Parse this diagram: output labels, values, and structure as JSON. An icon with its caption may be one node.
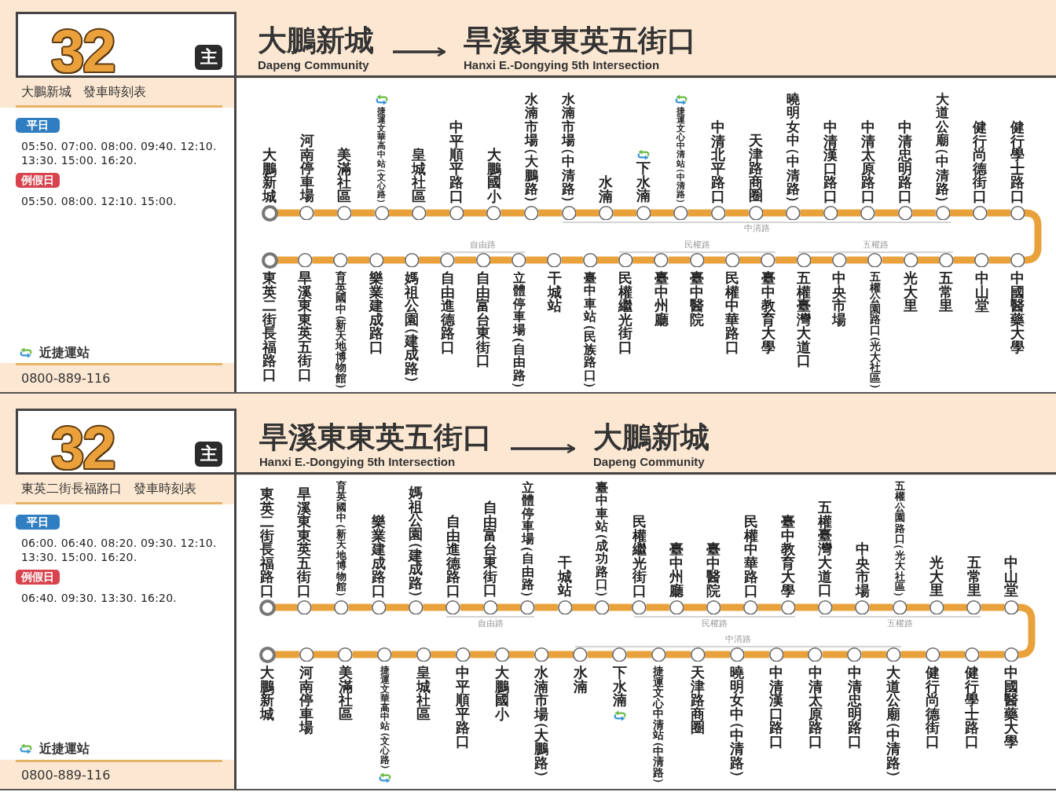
{
  "diagram": {
    "nodes": [
      {
        "text": [
          "32"
        ]
      },
      {
        "text": [
          "主"
        ],
        "in": 0
      },
      {
        "text": [
          "大鵬新城",
          "Dapeng Community"
        ]
      },
      {
        "text": [
          "旱溪東東英五街口",
          "Hanxi E.-Dongying 5th Intersection"
        ]
      },
      {
        "text": [
          "大鵬新城 發車時刻表"
        ]
      },
      {
        "text": [
          "平日"
        ]
      },
      {
        "text": [
          "例假日"
        ]
      },
      {
        "text": [
          "0800-889-116"
        ]
      },
      {
        "text": [],
        "shape": "circle",
        "beside": [
          "大鵬新城"
        ]
      },
      {
        "text": [],
        "shape": "circle",
        "beside": [
          "河南停車場"
        ]
      },
      {
        "text": [],
        "shape": "circle",
        "beside": [
          "美滿社區"
        ]
      },
      {
        "text": [],
        "shape": "circle",
        "beside": [
          "捷運文華高中站（文心路）"
        ]
      },
      {
        "text": [],
        "shape": "circle",
        "beside": [
          "皇城社區"
        ]
      },
      {
        "text": [],
        "shape": "circle",
        "beside": [
          "中平順平路口"
        ]
      },
      {
        "text": [],
        "shape": "circle",
        "beside": [
          "大鵬國小"
        ]
      },
      {
        "text": [],
        "shape": "circle",
        "beside": [
          "水湳市場（大鵬路）"
        ]
      },
      {
        "text": [],
        "shape": "circle",
        "beside": [
          "水湳市場（中清路）"
        ]
      },
      {
        "text": [],
        "shape": "circle",
        "beside": [
          "水湳"
        ]
      },
      {
        "text": [],
        "shape": "circle",
        "beside": [
          "下水湳"
        ]
      },
      {
        "text": [],
        "shape": "circle",
        "beside": [
          "捷運文心中清站（中清路）"
        ]
      },
      {
        "text": [],
        "shape": "circle",
        "beside": [
          "中清北平路口"
        ]
      },
      {
        "text": [],
        "shape": "circle",
        "beside": [
          "天津路商圈"
        ]
      },
      {
        "text": [],
        "shape": "circle",
        "beside": [
          "曉明女中（中清路）"
        ]
      },
      {
        "text": [],
        "shape": "circle",
        "beside": [
          "中清漢口路口"
        ]
      },
      {
        "text": [],
        "shape": "circle",
        "beside": [
          "中清太原路口"
        ]
      },
      {
        "text": [],
        "shape": "circle",
        "beside": [
          "中清忠明路口"
        ]
      },
      {
        "text": [],
        "shape": "circle",
        "beside": [
          "大道公廟（中清路）"
        ]
      },
      {
        "text": [],
        "shape": "circle",
        "beside": [
          "健行尚德街口"
        ]
      },
      {
        "text": [],
        "shape": "circle",
        "beside": [
          "健行學士路口"
        ]
      },
      {
        "text": [],
        "shape": "circle",
        "beside": [
          "中國醫藥大學"
        ]
      },
      {
        "text": [],
        "shape": "circle",
        "beside": [
          "中山堂"
        ]
      },
      {
        "text": [],
        "shape": "circle",
        "beside": [
          "五常里"
        ]
      },
      {
        "text": [],
        "shape": "circle",
        "beside": [
          "光大里"
        ]
      },
      {
        "text": [],
        "shape": "circle",
        "beside": [
          "五權公園路口（光大社區）"
        ]
      },
      {
        "text": [],
        "shape": "circle",
        "beside": [
          "中央市場"
        ]
      },
      {
        "text": [],
        "shape": "circle",
        "beside": [
          "五權臺灣大道口"
        ]
      },
      {
        "text": [],
        "shape": "circle",
        "beside": [
          "臺中教育大學"
        ]
      },
      {
        "text": [],
        "shape": "circle",
        "beside": [
          "民權中華路口"
        ]
      },
      {
        "text": [],
        "shape": "circle",
        "beside": [
          "臺中醫院"
        ]
      },
      {
        "text": [],
        "shape": "circle",
        "beside": [
          "臺中州廳"
        ]
      },
      {
        "text": [],
        "shape": "circle",
        "beside": [
          "民權繼光街口"
        ]
      },
      {
        "text": [],
        "shape": "circle",
        "beside": [
          "臺中車站（民族路口）"
        ]
      },
      {
        "text": [],
        "shape": "circle",
        "beside": [
          "干城站"
        ]
      },
      {
        "text": [],
        "shape": "circle",
        "beside": [
          "立體停車場（自由路）"
        ]
      },
      {
        "text": [],
        "shape": "circle",
        "beside": [
          "自由富台東街口"
        ]
      },
      {
        "text": [],
        "shape": "circle",
        "beside": [
          "自由進德路口"
        ]
      },
      {
        "text": [],
        "shape": "circle",
        "beside": [
          "媽祖公園（建成路）"
        ]
      },
      {
        "text": [],
        "shape": "circle",
        "beside": [
          "樂業建成路口"
        ]
      },
      {
        "text": [],
        "shape": "circle",
        "beside": [
          "育英國中（新天地博物館）"
        ]
      },
      {
        "text": [],
        "shape": "circle",
        "beside": [
          "旱溪東東英五街口"
        ]
      },
      {
        "text": [],
        "shape": "circle",
        "beside": [
          "東英二街長福路口"
        ]
      },
      {
        "text": [
          "32"
        ]
      },
      {
        "text": [
          "主"
        ],
        "in": 51
      },
      {
        "text": [
          "旱溪東東英五街口",
          "Hanxi E.-Dongying 5th Intersection"
        ]
      },
      {
        "text": [
          "大鵬新城",
          "Dapeng Community"
        ]
      },
      {
        "text": [
          "東英二街長福路口 發車時刻表"
        ]
      },
      {
        "text": [
          "平日"
        ]
      },
      {
        "text": [
          "例假日"
        ]
      },
      {
        "text": [
          "0800-889-116"
        ]
      },
      {
        "text": [],
        "shape": "circle",
        "beside": [
          "東英二街長福路口"
        ]
      },
      {
        "text": [],
        "shape": "circle",
        "beside": [
          "旱溪東東英五街口"
        ]
      },
      {
        "text": [],
        "shape": "circle",
        "beside": [
          "育英國中（新天地博物館）"
        ]
      },
      {
        "text": [],
        "shape": "circle",
        "beside": [
          "樂業建成路口"
        ]
      },
      {
        "text": [],
        "shape": "circle",
        "beside": [
          "媽祖公園（建成路）"
        ]
      },
      {
        "text": [],
        "shape": "circle",
        "beside": [
          "自由進德路口"
        ]
      },
      {
        "text": [],
        "shape": "circle",
        "beside": [
          "自由富台東街口"
        ]
      },
      {
        "text": [],
        "shape": "circle",
        "beside": [
          "立體停車場（自由路）"
        ]
      },
      {
        "text": [],
        "shape": "circle",
        "beside": [
          "干城站"
        ]
      },
      {
        "text": [],
        "shape": "circle",
        "beside": [
          "臺中車站（成功路口）"
        ]
      },
      {
        "text": [],
        "shape": "circle",
        "beside": [
          "民權繼光街口"
        ]
      },
      {
        "text": [],
        "shape": "circle",
        "beside": [
          "臺中州廳"
        ]
      },
      {
        "text": [],
        "shape": "circle",
        "beside": [
          "臺中醫院"
        ]
      },
      {
        "text": [],
        "shape": "circle",
        "beside": [
          "民權中華路口"
        ]
      },
      {
        "text": [],
        "shape": "circle",
        "beside": [
          "臺中教育大學"
        ]
      },
      {
        "text": [],
        "shape": "circle",
        "beside": [
          "五權臺灣大道口"
        ]
      },
      {
        "text": [],
        "shape": "circle",
        "beside": [
          "中央市場"
        ]
      },
      {
        "text": [],
        "shape": "circle",
        "beside": [
          "五權公園路口（光大社區）"
        ]
      },
      {
        "text": [],
        "shape": "circle",
        "beside": [
          "光大里"
        ]
      },
      {
        "text": [],
        "shape": "circle",
        "beside": [
          "五常里"
        ]
      },
      {
        "text": [],
        "shape": "circle",
        "beside": [
          "中山堂"
        ]
      },
      {
        "text": [],
        "shape": "circle",
        "beside": [
          "中國醫藥大學"
        ]
      },
      {
        "text": [],
        "shape": "circle",
        "beside": [
          "健行學士路口"
        ]
      },
      {
        "text": [],
        "shape": "circle",
        "beside": [
          "健行尚德街口"
        ]
      },
      {
        "text": [],
        "shape": "circle",
        "beside": [
          "大道公廟（中清路）"
        ]
      },
      {
        "text": [],
        "shape": "circle",
        "beside": [
          "中清忠明路口"
        ]
      },
      {
        "text": [],
        "shape": "circle",
        "beside": [
          "中清太原路口"
        ]
      },
      {
        "text": [],
        "shape": "circle",
        "beside": [
          "中清漢口路口"
        ]
      },
      {
        "text": [],
        "shape": "circle",
        "beside": [
          "曉明女中（中清路）"
        ]
      },
      {
        "text": [],
        "shape": "circle",
        "beside": [
          "天津路商圈"
        ]
      },
      {
        "text": [],
        "shape": "circle",
        "beside": [
          "捷運文心中清站（中清路）"
        ]
      },
      {
        "text": [],
        "shape": "circle",
        "beside": [
          "下水湳"
        ]
      },
      {
        "text": [],
        "shape": "circle",
        "beside": [
          "水湳"
        ]
      },
      {
        "text": [],
        "shape": "circle",
        "beside": [
          "水湳市場（大鵬路）"
        ]
      },
      {
        "text": [],
        "shape": "circle",
        "beside": [
          "大鵬國小"
        ]
      },
      {
        "text": [],
        "shape": "circle",
        "beside": [
          "中平順平路口"
        ]
      },
      {
        "text": [],
        "shape": "circle",
        "beside": [
          "皇城社區"
        ]
      },
      {
        "text": [],
        "shape": "circle",
        "beside": [
          "捷運文華高中站（文心路）"
        ]
      },
      {
        "text": [],
        "shape": "circle",
        "beside": [
          "美滿社區"
        ]
      },
      {
        "text": [],
        "shape": "circle",
        "beside": [
          "河南停車場"
        ]
      },
      {
        "text": [],
        "shape": "circle",
        "beside": [
          "大鵬新城"
        ]
      }
    ],
    "edges": [
      {
        "from": 2,
        "to": 3,
        "arrow": "to",
        "color": "#333333"
      },
      {
        "from": 8,
        "to": 9,
        "arrow": "none"
      },
      {
        "from": 9,
        "to": 10,
        "arrow": "none"
      },
      {
        "from": 10,
        "to": 11,
        "arrow": "none"
      },
      {
        "from": 11,
        "to": 12,
        "arrow": "none"
      },
      {
        "from": 12,
        "to": 13,
        "arrow": "none"
      },
      {
        "from": 13,
        "to": 14,
        "arrow": "none"
      },
      {
        "from": 14,
        "to": 15,
        "arrow": "none"
      },
      {
        "from": 15,
        "to": 16,
        "arrow": "none"
      },
      {
        "from": 16,
        "to": 17,
        "arrow": "none"
      },
      {
        "from": 17,
        "to": 18,
        "arrow": "none"
      },
      {
        "from": 18,
        "to": 19,
        "arrow": "none"
      },
      {
        "from": 19,
        "to": 20,
        "arrow": "none"
      },
      {
        "from": 20,
        "to": 21,
        "arrow": "none"
      },
      {
        "from": 21,
        "to": 22,
        "arrow": "none"
      },
      {
        "from": 22,
        "to": 23,
        "arrow": "none"
      },
      {
        "from": 23,
        "to": 24,
        "arrow": "none"
      },
      {
        "from": 24,
        "to": 25,
        "arrow": "none"
      },
      {
        "from": 25,
        "to": 26,
        "arrow": "none"
      },
      {
        "from": 26,
        "to": 27,
        "arrow": "none"
      },
      {
        "from": 27,
        "to": 28,
        "arrow": "none"
      },
      {
        "from": 28,
        "to": 29,
        "arrow": "none"
      },
      {
        "from": 29,
        "to": 30,
        "arrow": "none"
      },
      {
        "from": 30,
        "to": 31,
        "arrow": "none"
      },
      {
        "from": 31,
        "to": 32,
        "arrow": "none"
      },
      {
        "from": 32,
        "to": 33,
        "arrow": "none"
      },
      {
        "from": 33,
        "to": 34,
        "arrow": "none"
      },
      {
        "from": 34,
        "to": 35,
        "arrow": "none"
      },
      {
        "from": 35,
        "to": 36,
        "arrow": "none"
      },
      {
        "from": 36,
        "to": 37,
        "arrow": "none"
      },
      {
        "from": 37,
        "to": 38,
        "arrow": "none"
      },
      {
        "from": 38,
        "to": 39,
        "arrow": "none"
      },
      {
        "from": 39,
        "to": 40,
        "arrow": "none"
      },
      {
        "from": 40,
        "to": 41,
        "arrow": "none"
      },
      {
        "from": 41,
        "to": 42,
        "arrow": "none"
      },
      {
        "from": 42,
        "to": 43,
        "arrow": "none"
      },
      {
        "from": 43,
        "to": 44,
        "arrow": "none"
      },
      {
        "from": 44,
        "to": 45,
        "arrow": "none"
      },
      {
        "from": 45,
        "to": 46,
        "arrow": "none"
      },
      {
        "from": 46,
        "to": 47,
        "arrow": "none"
      },
      {
        "from": 47,
        "to": 48,
        "arrow": "none"
      },
      {
        "from": 48,
        "to": 49,
        "arrow": "none"
      },
      {
        "from": 49,
        "to": 50,
        "arrow": "none"
      },
      {
        "from": 53,
        "to": 54,
        "arrow": "to",
        "color": "#333333"
      },
      {
        "from": 59,
        "to": 60,
        "arrow": "none"
      },
      {
        "from": 60,
        "to": 61,
        "arrow": "none"
      },
      {
        "from": 61,
        "to": 62,
        "arrow": "none"
      },
      {
        "from": 62,
        "to": 63,
        "arrow": "none"
      },
      {
        "from": 63,
        "to": 64,
        "arrow": "none"
      },
      {
        "from": 64,
        "to": 65,
        "arrow": "none"
      },
      {
        "from": 65,
        "to": 66,
        "arrow": "none"
      },
      {
        "from": 66,
        "to": 67,
        "arrow": "none"
      },
      {
        "from": 67,
        "to": 68,
        "arrow": "none"
      },
      {
        "from": 68,
        "to": 69,
        "arrow": "none"
      },
      {
        "from": 69,
        "to": 70,
        "arrow": "none"
      },
      {
        "from": 70,
        "to": 71,
        "arrow": "none"
      },
      {
        "from": 71,
        "to": 72,
        "arrow": "none"
      },
      {
        "from": 72,
        "to": 73,
        "arrow": "none"
      },
      {
        "from": 73,
        "to": 74,
        "arrow": "none"
      },
      {
        "from": 74,
        "to": 75,
        "arrow": "none"
      },
      {
        "from": 75,
        "to": 76,
        "arrow": "none"
      },
      {
        "from": 76,
        "to": 77,
        "arrow": "none"
      },
      {
        "from": 77,
        "to": 78,
        "arrow": "none"
      },
      {
        "from": 78,
        "to": 79,
        "arrow": "none"
      },
      {
        "from": 79,
        "to": 80,
        "arrow": "none"
      },
      {
        "from": 80,
        "to": 81,
        "arrow": "none"
      },
      {
        "from": 81,
        "to": 82,
        "arrow": "none"
      },
      {
        "from": 82,
        "to": 83,
        "arrow": "none"
      },
      {
        "from": 83,
        "to": 84,
        "arrow": "none"
      },
      {
        "from": 84,
        "to": 85,
        "arrow": "none"
      },
      {
        "from": 85,
        "to": 86,
        "arrow": "none"
      },
      {
        "from": 86,
        "to": 87,
        "arrow": "none"
      },
      {
        "from": 87,
        "to": 88,
        "arrow": "none"
      },
      {
        "from": 88,
        "to": 89,
        "arrow": "none"
      },
      {
        "from": 89,
        "to": 90,
        "arrow": "none"
      },
      {
        "from": 90,
        "to": 91,
        "arrow": "none"
      },
      {
        "from": 91,
        "to": 92,
        "arrow": "none"
      },
      {
        "from": 92,
        "to": 93,
        "arrow": "none"
      },
      {
        "from": 93,
        "to": 94,
        "arrow": "none"
      },
      {
        "from": 94,
        "to": 95,
        "arrow": "none"
      },
      {
        "from": 95,
        "to": 96,
        "arrow": "none"
      },
      {
        "from": 96,
        "to": 97,
        "arrow": "none"
      },
      {
        "from": 97,
        "to": 98,
        "arrow": "none"
      },
      {
        "from": 98,
        "to": 99,
        "arrow": "none"
      }
    ],
    "labels": [
      "05:50. 07:00. 08:00. 09:40. 12:10. 13:30. 15:00. 16:20.",
      "05:50. 08:00. 12:10. 15:00.",
      "中清路",
      "自由路",
      "民權路",
      "五權路",
      "06:00. 06:40. 08:20. 09:30. 12:10. 13:30. 15:00. 16:20.",
      "06:40. 09:30. 13:30. 16:20.",
      "自由路",
      "民權路",
      "五權路",
      "中清路"
    ],
    "legend": [
      {
        "text": "近捷運站"
      },
      {
        "text": "近捷運站"
      }
    ]
  }
}
